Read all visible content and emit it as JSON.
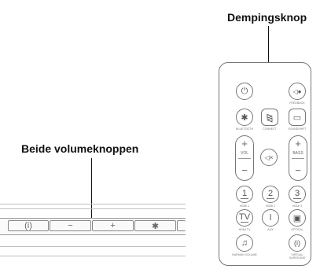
{
  "labels": {
    "mute_callout": "Dempingsknop",
    "volume_callout": "Beide volumeknoppen"
  },
  "soundbar": {
    "keys": [
      "(i)",
      "−",
      "+",
      "✱"
    ]
  },
  "remote": {
    "row1": {
      "power": "⏻",
      "feedback_icon": "◁●",
      "feedback": "FEEDBACK"
    },
    "row2": {
      "bt_icon": "✱",
      "bluetooth": "BLUETOOTH",
      "connect_icon": "⧎",
      "connect": "CONNECT",
      "soundshift_icon": "▭",
      "soundshift": "SOUNDSHIFT"
    },
    "vol": {
      "plus": "+",
      "label": "VOL",
      "minus": "−"
    },
    "mute_icon": "◁×",
    "bass": {
      "plus": "+",
      "label": "BASS",
      "minus": "−"
    },
    "row4": {
      "n1": "1",
      "hdmi1": "HDMI 1",
      "n2": "2",
      "hdmi2": "HDMI 2",
      "n3": "3",
      "hdmi3": "HDMI 3"
    },
    "row5": {
      "tv": "TV",
      "tv_cap": "HDMI TV",
      "aux_icon": "ǀ",
      "aux": "AUX",
      "optical_icon": "▣",
      "optical": "OPTICAL"
    },
    "row6": {
      "music_icon": "♫",
      "harman": "HARMAN VOLUME",
      "surround_icon": "(i)",
      "surround": "VIRTUAL SURROUND"
    }
  }
}
